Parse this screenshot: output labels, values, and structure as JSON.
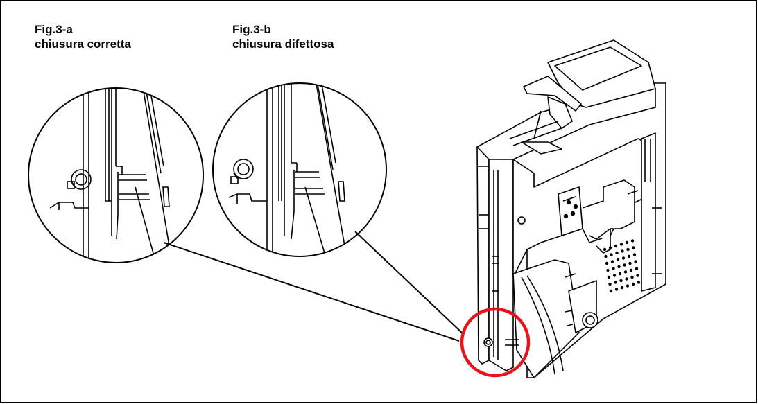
{
  "figure_a": {
    "label": "Fig.3-a",
    "description": "chiusura corretta"
  },
  "figure_b": {
    "label": "Fig.3-b",
    "description": "chiusura difettosa"
  },
  "colors": {
    "line": "#000000",
    "highlight": "#e8141b",
    "background": "#ffffff"
  }
}
